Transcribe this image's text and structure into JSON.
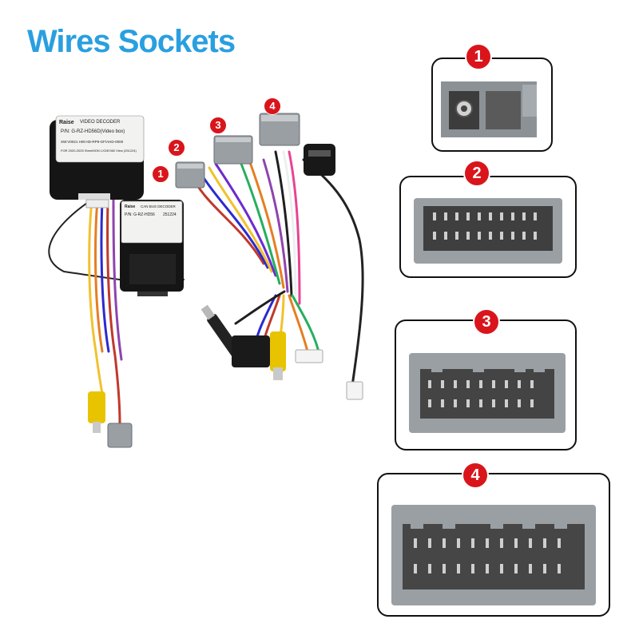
{
  "title": "Wires Sockets",
  "badges": [
    "1",
    "2",
    "3",
    "4"
  ],
  "video_decoder": {
    "brand": "Raise",
    "name": "VIDEO DECODER",
    "pn": "P/N: G-RZ-HD56D(Video box)",
    "line3": "SW:V0021     HW:HD-RP9-GF/AHD-0000",
    "line4": "FOR 2020-2025 StreeMON LXDE/360 View (251224)"
  },
  "canbus_decoder": {
    "brand": "Raise",
    "name": "CAN BUS DECODER",
    "pn": "P/N: G-RZ-HD56",
    "code": "251224"
  },
  "colors": {
    "title": "#2a9fe0",
    "badge": "#d9151b",
    "connector": "#8f9499",
    "socket_inner": "#4a4a4a"
  }
}
